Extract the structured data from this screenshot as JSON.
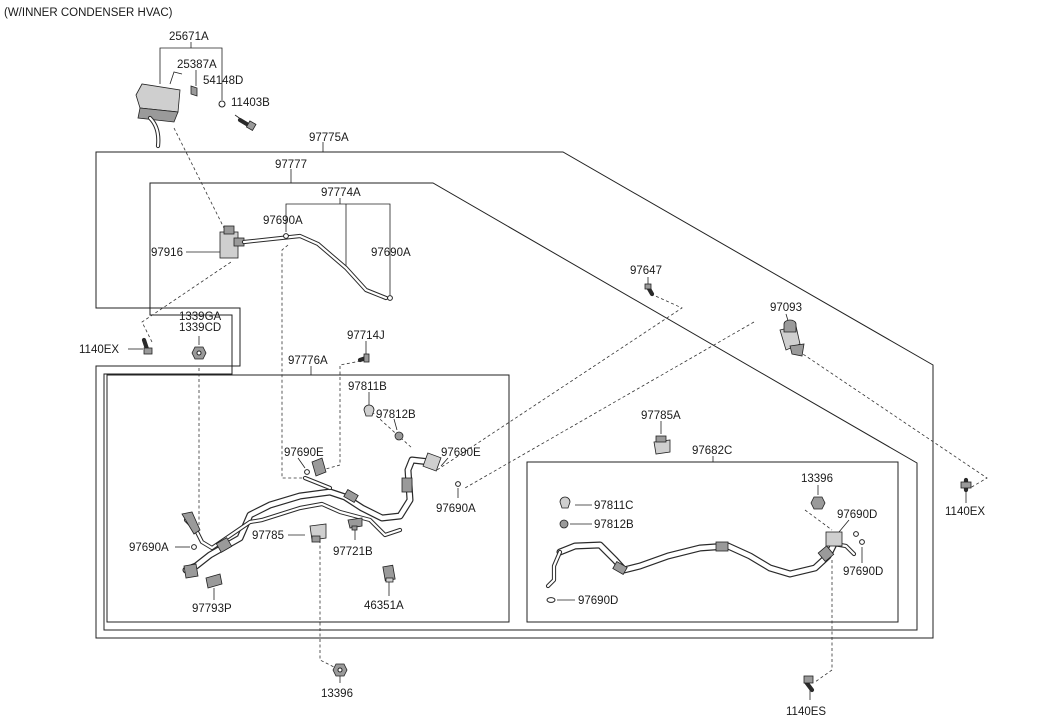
{
  "title": "(W/INNER CONDENSER HVAC)",
  "labels": {
    "p25671A": "25671A",
    "p25387A": "25387A",
    "p54148D": "54148D",
    "p11403B": "11403B",
    "p97775A": "97775A",
    "p97777": "97777",
    "p97774A": "97774A",
    "p97690A_1": "97690A",
    "p97916": "97916",
    "p97690A_2": "97690A",
    "p97647": "97647",
    "p97093": "97093",
    "p1339GA": "1339GA",
    "p1339CD": "1339CD",
    "p1140EX_1": "1140EX",
    "p97714J": "97714J",
    "p97776A": "97776A",
    "p97811B": "97811B",
    "p97812B": "97812B",
    "p97690E_1": "97690E",
    "p97690E_2": "97690E",
    "p97690A_3": "97690A",
    "p97785A": "97785A",
    "p97682C": "97682C",
    "p13396_1": "13396",
    "p97811C": "97811C",
    "p97812B_2": "97812B",
    "p97690D_1": "97690D",
    "p97690D_2": "97690D",
    "p97690D_3": "97690D",
    "p1140EX_2": "1140EX",
    "p97690A_4": "97690A",
    "p97785": "97785",
    "p97721B": "97721B",
    "p97793P": "97793P",
    "p46351A": "46351A",
    "p13396_2": "13396",
    "p1140ES": "1140ES"
  }
}
